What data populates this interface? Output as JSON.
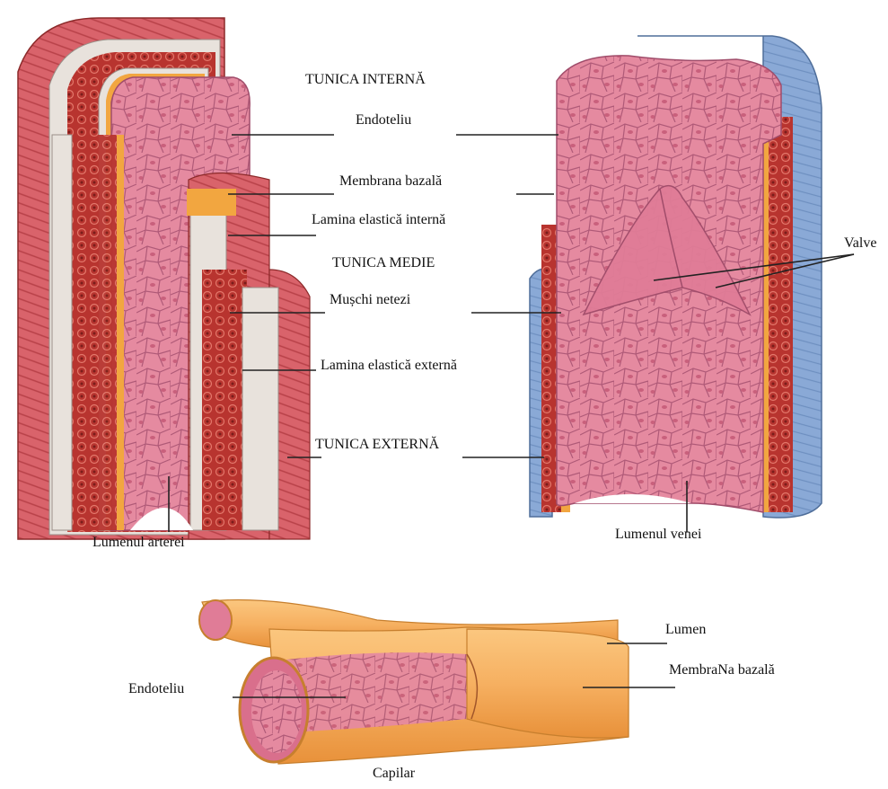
{
  "labels": {
    "tunica_interna": "TUNICA INTERNĂ",
    "endoteliu": "Endoteliu",
    "membrana_bazala": "Membrana bazală",
    "lamina_elastica_interna": "Lamina elastică internă",
    "tunica_medie": "TUNICA MEDIE",
    "muschi_netezi": "Mușchi netezi",
    "lamina_elastica_externa": "Lamina elastică externă",
    "tunica_externa": "TUNICA EXTERNĂ",
    "lumenul_arterei": "Lumenul arterei",
    "lumenul_venei": "Lumenul venei",
    "valve": "Valve",
    "lumen": "Lumen",
    "capilar_membrana_bazala": "MembraNa bazală",
    "capilar_endoteliu": "Endoteliu",
    "capilar": "Capilar"
  },
  "colors": {
    "endothelium": "#e58aa0",
    "endothelium_dark": "#c9607c",
    "cell_outline": "#b05a78",
    "muscle": "#b8342f",
    "muscle_light": "#d45a4e",
    "elastic": "#e8e2dc",
    "adventitia_artery": "#d9636b",
    "adventitia_vein": "#8aa9d6",
    "basal": "#f2a640",
    "capillary": "#f6b061",
    "leader_line": "#222222"
  }
}
